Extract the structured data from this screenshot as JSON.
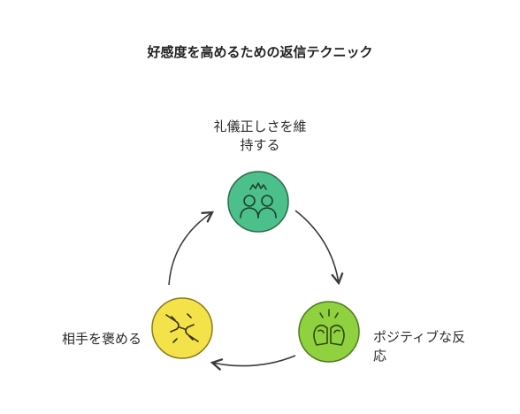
{
  "title": "好感度を高めるための返信テクニック",
  "nodes": [
    {
      "label": "礼儀正しさを維\n持する",
      "color": "#4cc08a"
    },
    {
      "label": "ポジティブな反\n応",
      "color": "#8fd13f"
    },
    {
      "label": "相手を褒める",
      "color": "#f3e24a"
    }
  ],
  "icons": [
    "people-icon",
    "boxing-gloves-icon",
    "fist-bump-icon"
  ],
  "arrow_color": "#3a3a3a"
}
